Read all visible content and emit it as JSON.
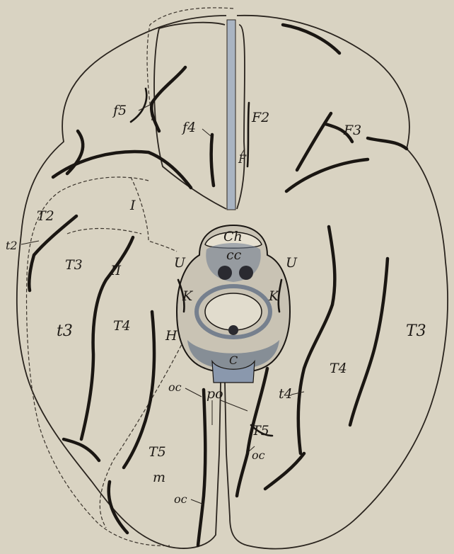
{
  "figure": {
    "colors": {
      "paper": "#d9d3c2",
      "ink": "#1a1612",
      "midbrain_fill": "#c9c3b4",
      "midbrain_shade": "#5a6a82",
      "fissure_fill": "#a9b4c2"
    },
    "labels": {
      "f5": "f5",
      "f4": "f4",
      "F2": "F2",
      "F_small": "F",
      "F3": "F3",
      "T2": "T2",
      "I": "I",
      "t2": "t2",
      "T3_left": "T3",
      "II": "II",
      "U_left": "U",
      "U_right": "U",
      "Ch": "Ch",
      "cc": "cc",
      "K_left": "K",
      "K_right": "K",
      "t3": "t3",
      "T4_left": "T4",
      "H": "H",
      "C": "C",
      "T3_right": "T3",
      "T4_right": "T4",
      "t4": "t4",
      "oc_top": "oc",
      "po": "po",
      "T5_right": "T5",
      "oc_right": "oc",
      "T5_left": "T5",
      "m": "m",
      "oc_bottom": "oc"
    }
  }
}
